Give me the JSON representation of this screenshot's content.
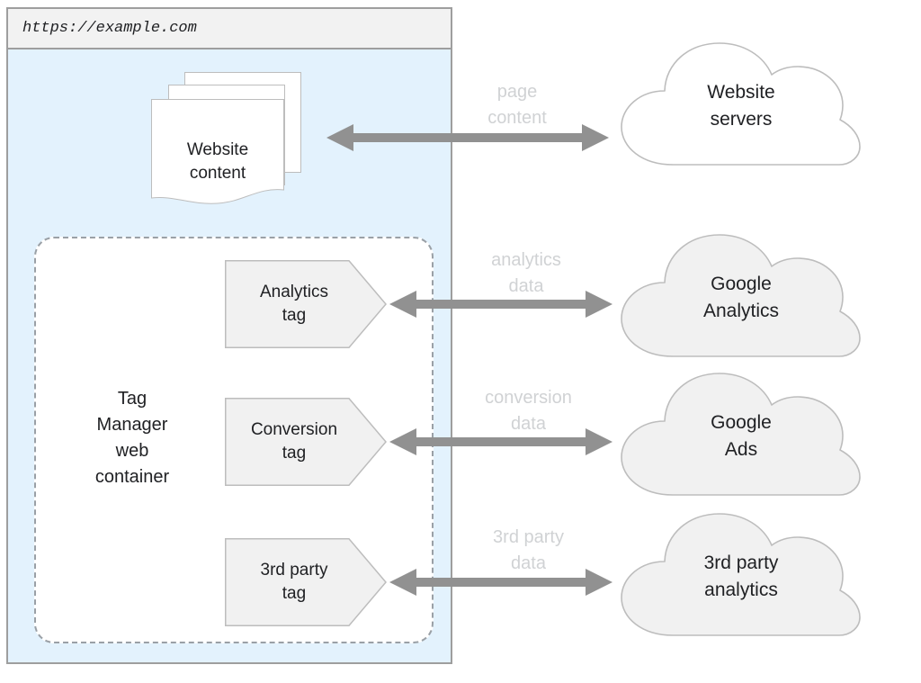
{
  "browser": {
    "url": "https://example.com"
  },
  "website_content": {
    "label": "Website\ncontent"
  },
  "container": {
    "label": "Tag\nManager\nweb\ncontainer"
  },
  "tags": [
    {
      "name": "analytics-tag",
      "label": "Analytics\ntag"
    },
    {
      "name": "conversion-tag",
      "label": "Conversion\ntag"
    },
    {
      "name": "third-party-tag",
      "label": "3rd party\ntag"
    }
  ],
  "flows": [
    {
      "label": "page\ncontent"
    },
    {
      "label": "analytics\ndata"
    },
    {
      "label": "conversion\ndata"
    },
    {
      "label": "3rd party\ndata"
    }
  ],
  "clouds": [
    {
      "name": "website-servers",
      "label": "Website\nservers",
      "fill": "#ffffff"
    },
    {
      "name": "google-analytics",
      "label": "Google\nAnalytics",
      "fill": "#f1f1f1"
    },
    {
      "name": "google-ads",
      "label": "Google\nAds",
      "fill": "#f1f1f1"
    },
    {
      "name": "third-party-analytics",
      "label": "3rd party\nanalytics",
      "fill": "#f1f1f1"
    }
  ],
  "colors": {
    "browser_viewport": "#e3f2fd",
    "arrow": "#919191",
    "arrow_label": "#d0d2d4",
    "tag_fill": "#f1f1f1",
    "tag_stroke": "#bdbdbd",
    "dashed_border": "#9aa0a6",
    "frame_border": "#9e9e9e",
    "text": "#202124"
  }
}
